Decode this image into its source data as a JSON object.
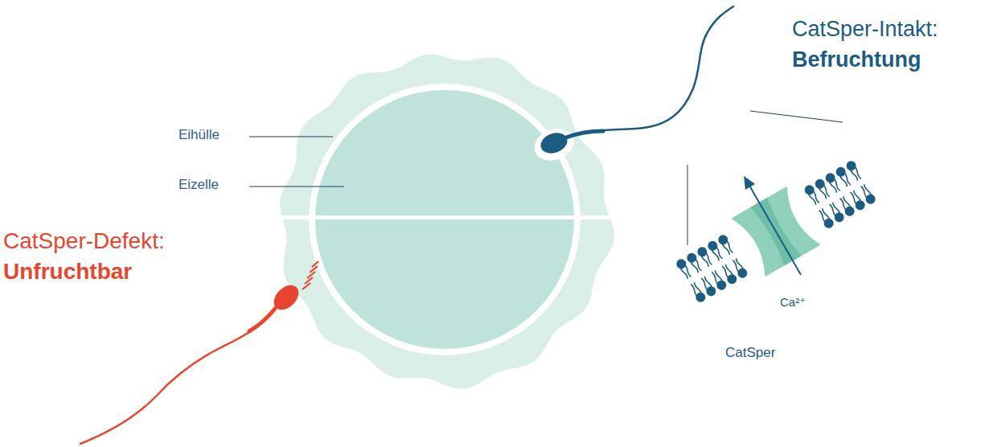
{
  "diagram": {
    "labels": [
      "Eihülle",
      "Eizelle",
      "CatSper-Intakt:",
      "Befruchtung",
      "CatSper-Defekt:",
      "Unfruchtbar",
      "Ca²⁺",
      "CatSper"
    ]
  }
}
